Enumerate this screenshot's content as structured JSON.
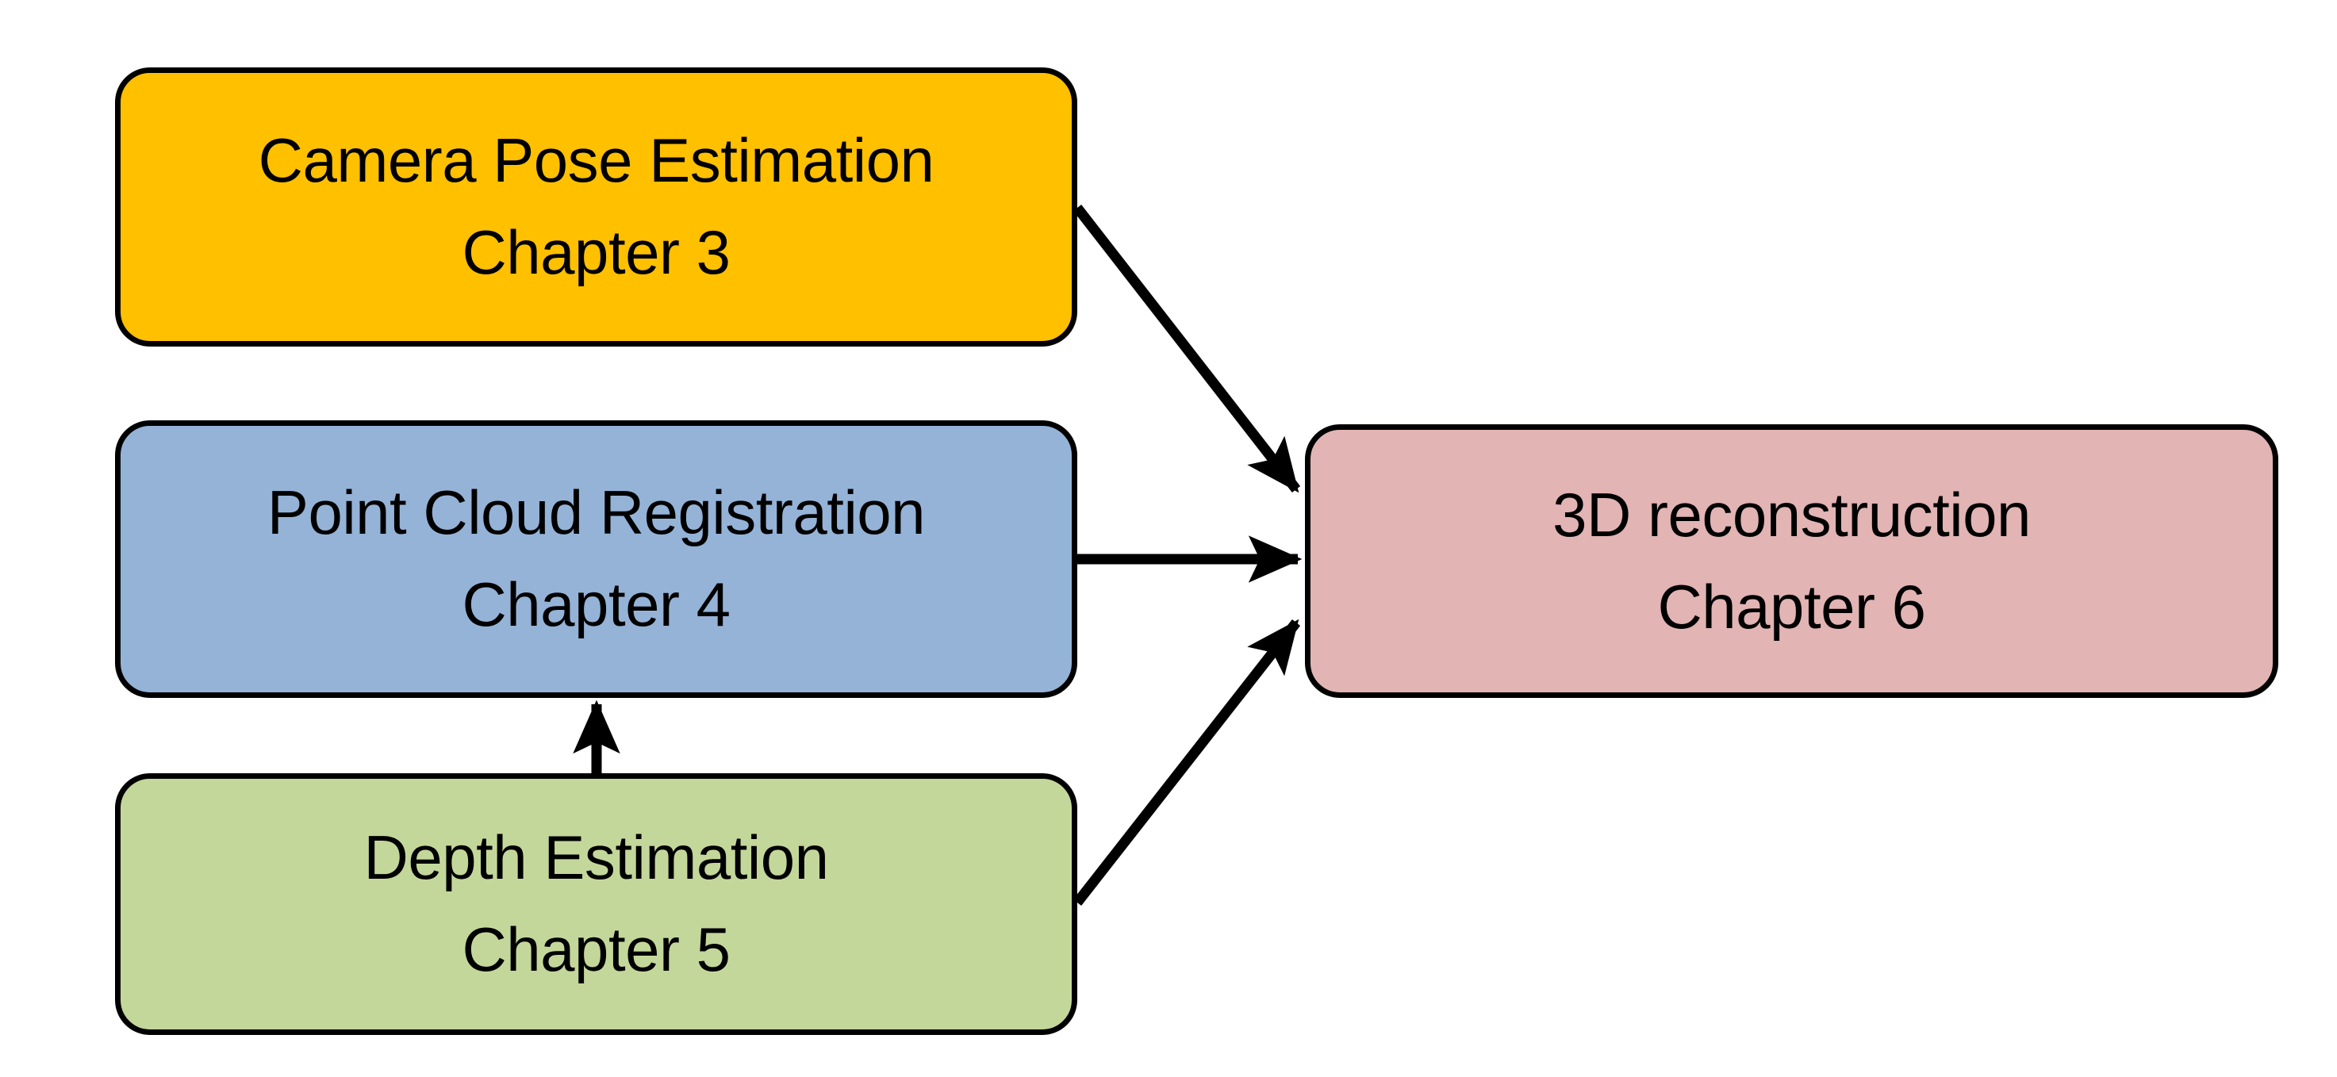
{
  "diagram": {
    "title": "Thesis chapter dependency flowchart",
    "background_color": "#FFFFFF",
    "nodes": [
      {
        "id": "camera-pose",
        "line1": "Camera Pose Estimation",
        "line2": "Chapter 3",
        "fill": "#FFC000",
        "border": "#000000"
      },
      {
        "id": "point-cloud",
        "line1": "Point Cloud Registration",
        "line2": "Chapter 4",
        "fill": "#95B3D7",
        "border": "#000000"
      },
      {
        "id": "depth",
        "line1": "Depth Estimation",
        "line2": "Chapter 5",
        "fill": "#C4D79B",
        "border": "#000000"
      },
      {
        "id": "3d-recon",
        "line1": "3D reconstruction",
        "line2": "Chapter 6",
        "fill": "#E2B4B4",
        "border": "#000000"
      }
    ],
    "edges": [
      {
        "id": "camera-pose-to-3d-recon",
        "from": "camera-pose",
        "to": "3d-recon",
        "style": "solid-arrow",
        "color": "#000000"
      },
      {
        "id": "point-cloud-to-3d-recon",
        "from": "point-cloud",
        "to": "3d-recon",
        "style": "solid-arrow",
        "color": "#000000"
      },
      {
        "id": "depth-to-3d-recon",
        "from": "depth",
        "to": "3d-recon",
        "style": "solid-arrow",
        "color": "#000000"
      },
      {
        "id": "depth-to-point-cloud",
        "from": "depth",
        "to": "point-cloud",
        "style": "solid-arrow",
        "color": "#000000"
      }
    ]
  }
}
